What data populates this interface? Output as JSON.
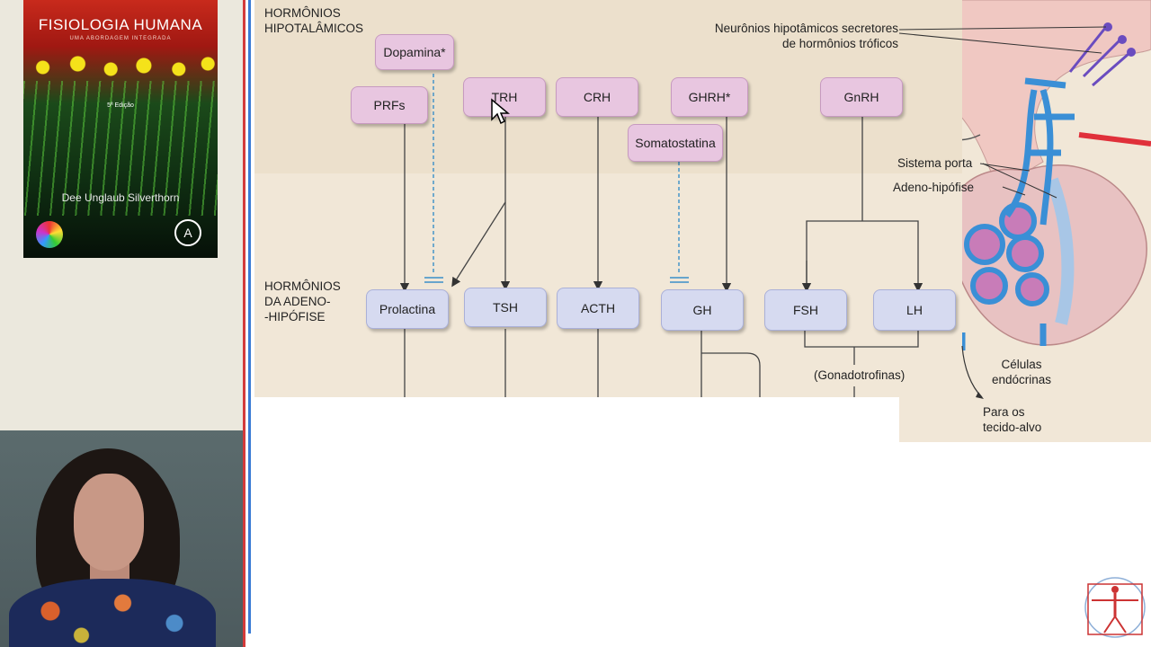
{
  "book": {
    "title": "FISIOLOGIA HUMANA",
    "subtitle": "UMA ABORDAGEM INTEGRADA",
    "edition": "5ª Edição",
    "author": "Dee Unglaub Silverthorn",
    "cd_text": "",
    "logo": "A"
  },
  "diagram": {
    "hypothalamic_label": [
      "HORMÔNIOS",
      "HIPOTALÂMICOS"
    ],
    "adenohypophysis_label": [
      "HORMÔNIOS",
      "DA ADENO-",
      "-HIPÓFISE"
    ],
    "hypothalamic_hormones": {
      "dopamina": "Dopamina*",
      "prfs": "PRFs",
      "trh": "TRH",
      "crh": "CRH",
      "ghrh": "GHRH*",
      "somatostatina": "Somatostatina",
      "gnrh": "GnRH"
    },
    "pituitary_hormones": {
      "prolactina": "Prolactina",
      "tsh": "TSH",
      "acth": "ACTH",
      "gh": "GH",
      "fsh": "FSH",
      "lh": "LH"
    },
    "gonadotrophins_label": "(Gonadotrofinas)",
    "annotations": {
      "neurons": [
        "Neurônios hipotâmicos secretores",
        "de hormônios tróficos"
      ],
      "portal_system": "Sistema porta",
      "adenohypophysis": "Adeno-hipófise",
      "endocrine_cells": [
        "Células",
        "endócrinas"
      ],
      "target_tissue": [
        "Para os",
        "tecido-alvo"
      ]
    }
  },
  "colors": {
    "hypothalamic_box": "#e8c6e0",
    "pituitary_box": "#d6daf0",
    "inhibition": "#3a8fc8",
    "divider_red": "#d33a3a",
    "divider_blue": "#3a7bd5"
  }
}
